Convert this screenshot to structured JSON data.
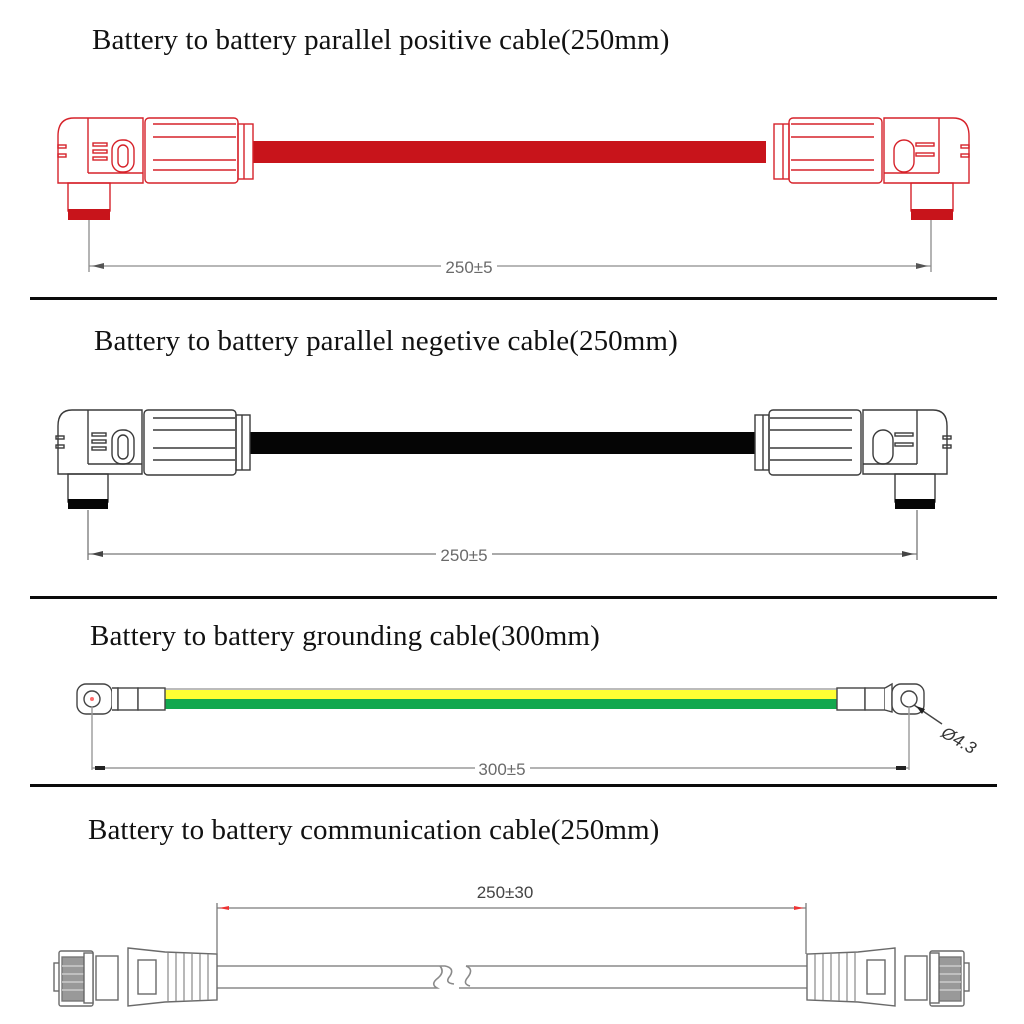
{
  "sections": [
    {
      "id": "positive",
      "title": "Battery to battery parallel positive cable(250mm)",
      "dimension": "250±5",
      "cable_color": "#c8141b",
      "connector_color": "#d6222a"
    },
    {
      "id": "negative",
      "title": "Battery to battery parallel negetive cable(250mm)",
      "dimension": "250±5",
      "cable_color": "#050505",
      "connector_color": "#3a3a3a"
    },
    {
      "id": "grounding",
      "title": "Battery to battery grounding cable(300mm)",
      "dimension": "300±5",
      "hole_diameter": "Ø4.3",
      "cable_colors": [
        "#ffff33",
        "#12a84e"
      ]
    },
    {
      "id": "communication",
      "title": "Battery to battery communication cable(250mm)",
      "dimension": "250±30",
      "cable_color": "#8a8a8a"
    }
  ]
}
